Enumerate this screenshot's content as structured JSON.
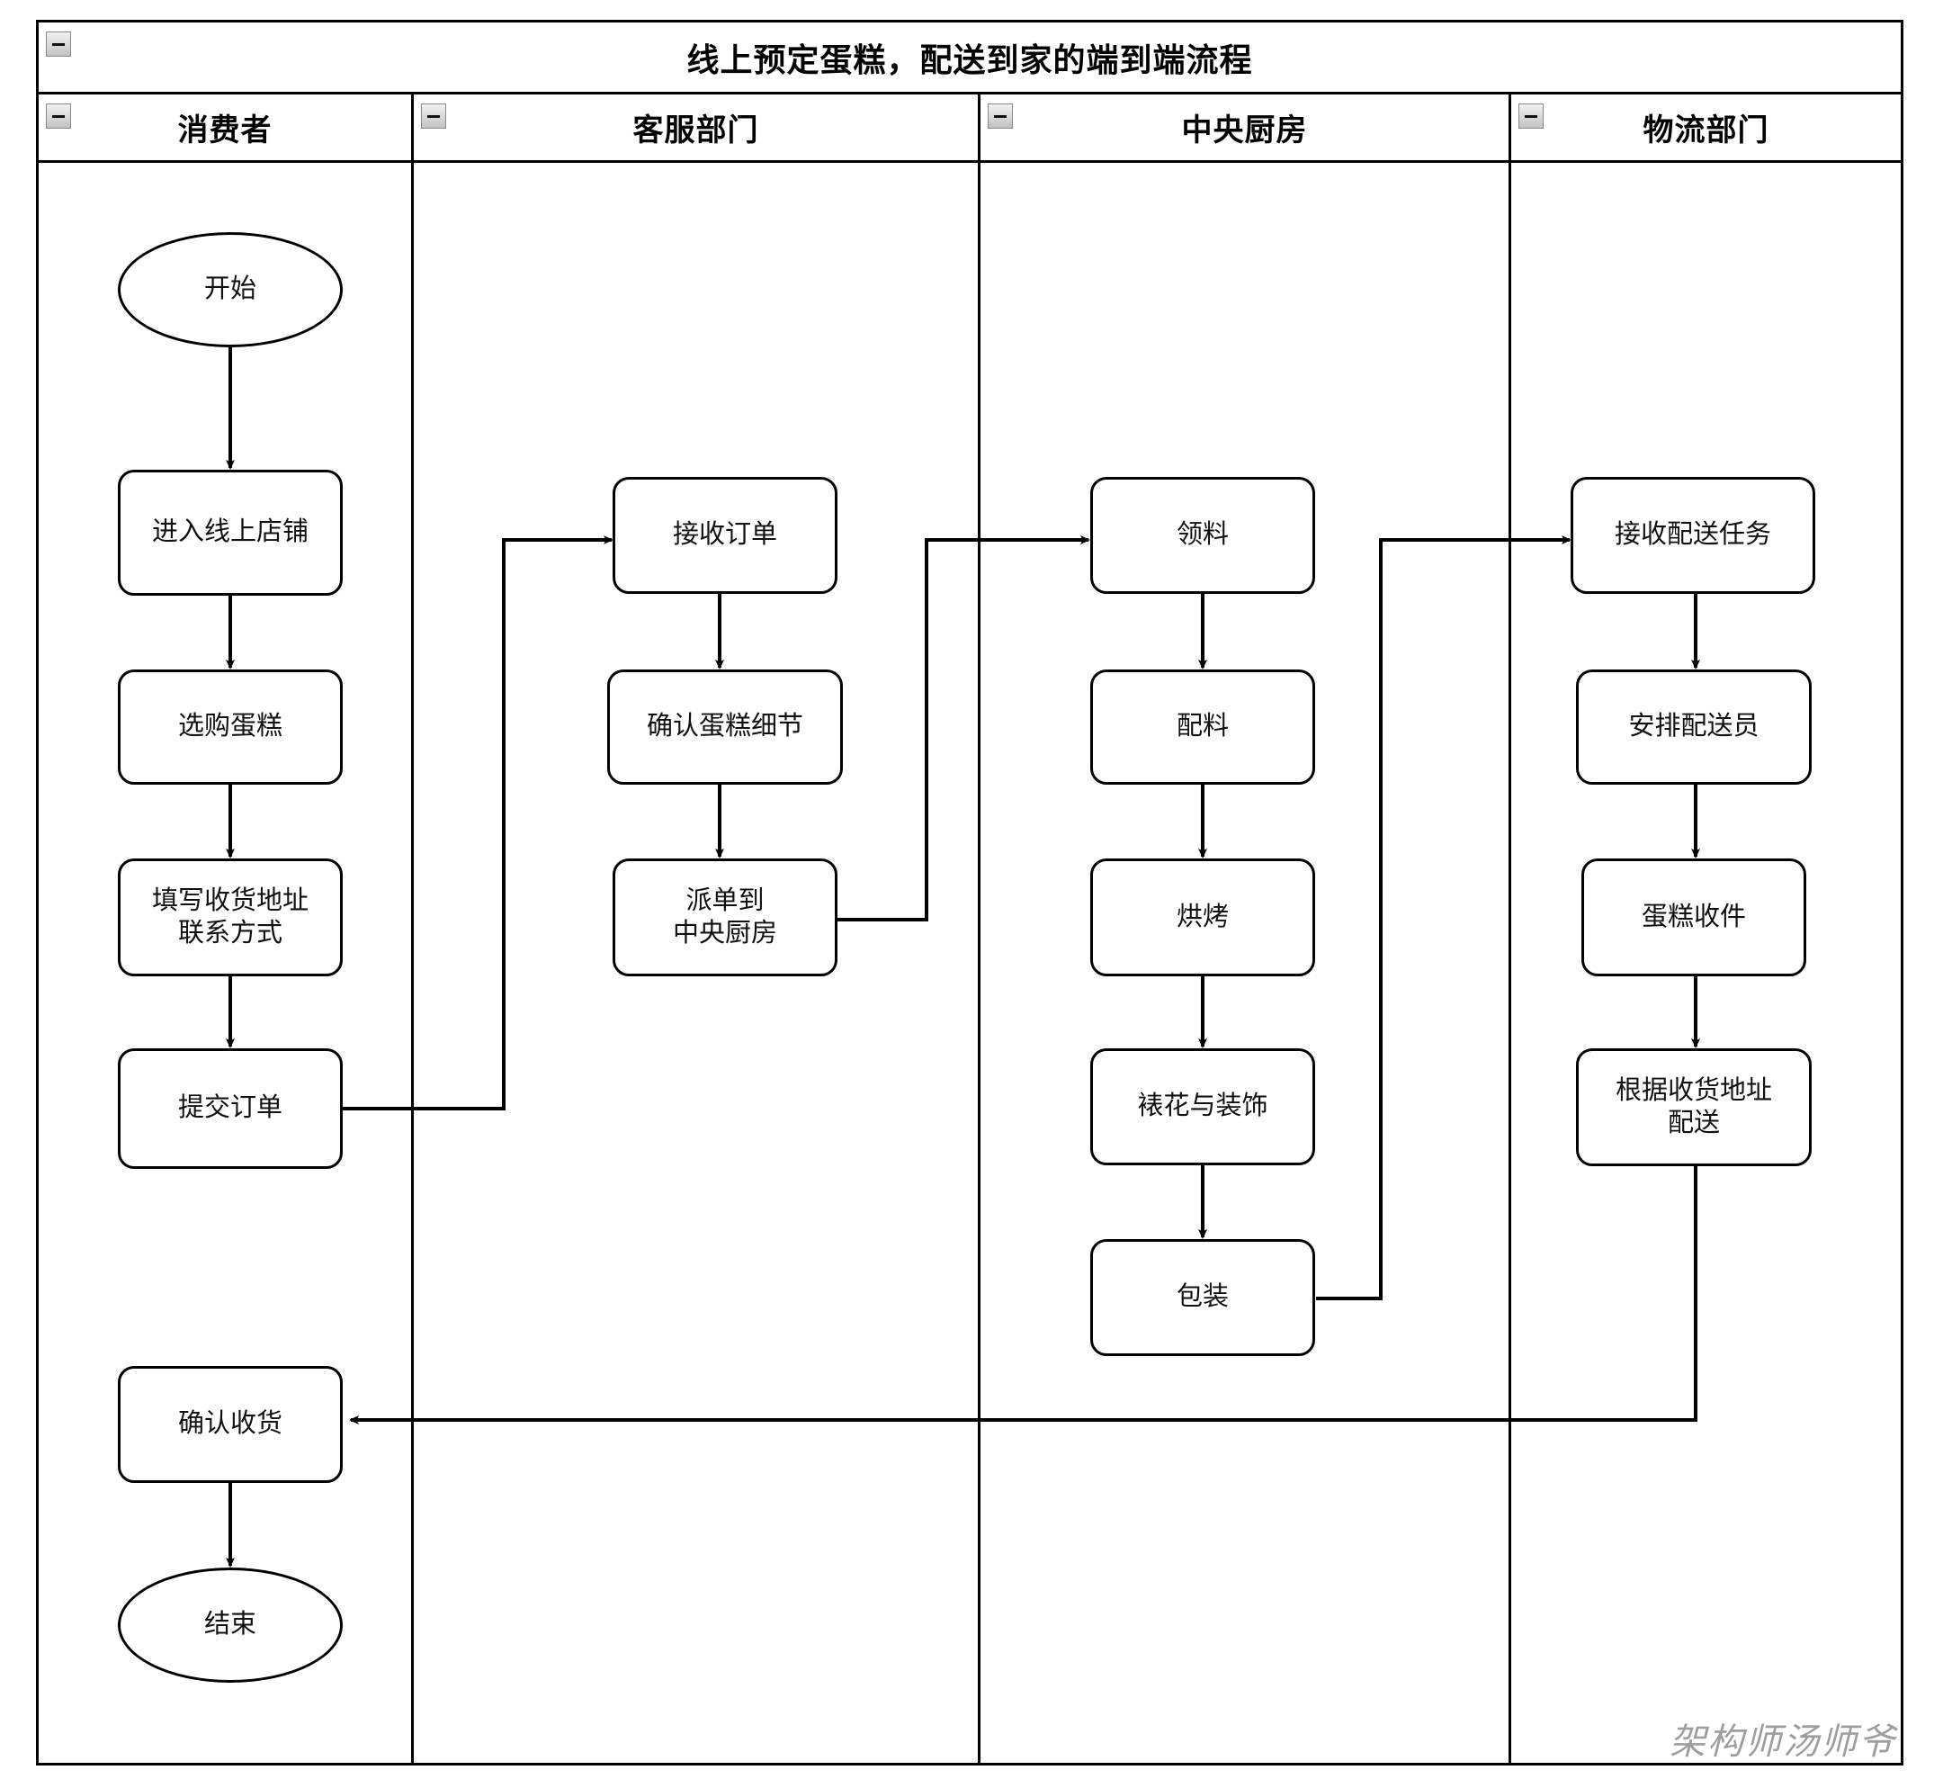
{
  "diagram": {
    "title": "线上预定蛋糕，配送到家的端到端流程",
    "watermark": "架构师汤师爷",
    "type": "swimlane-flowchart",
    "lanes": [
      {
        "id": "consumer",
        "label": "消费者"
      },
      {
        "id": "customer_service",
        "label": "客服部门"
      },
      {
        "id": "central_kitchen",
        "label": "中央厨房"
      },
      {
        "id": "logistics",
        "label": "物流部门"
      }
    ],
    "nodes": {
      "start": "开始",
      "enter_shop": "进入线上店铺",
      "choose_cake": "选购蛋糕",
      "fill_address": "填写收货地址\n联系方式",
      "submit_order": "提交订单",
      "confirm_receipt": "确认收货",
      "end": "结束",
      "receive_order": "接收订单",
      "confirm_details": "确认蛋糕细节",
      "dispatch_kitchen": "派单到\n中央厨房",
      "get_material": "领料",
      "mix_material": "配料",
      "bake": "烘烤",
      "decorate": "裱花与装饰",
      "package": "包装",
      "receive_task": "接收配送任务",
      "assign_courier": "安排配送员",
      "pickup_cake": "蛋糕收件",
      "deliver_address": "根据收货地址\n配送"
    },
    "icons": {
      "collapse": "collapse-icon"
    },
    "colors": {
      "stroke": "#000000",
      "background": "#ffffff",
      "text": "#111111",
      "watermark": "rgba(0,0,0,0.38)"
    }
  }
}
